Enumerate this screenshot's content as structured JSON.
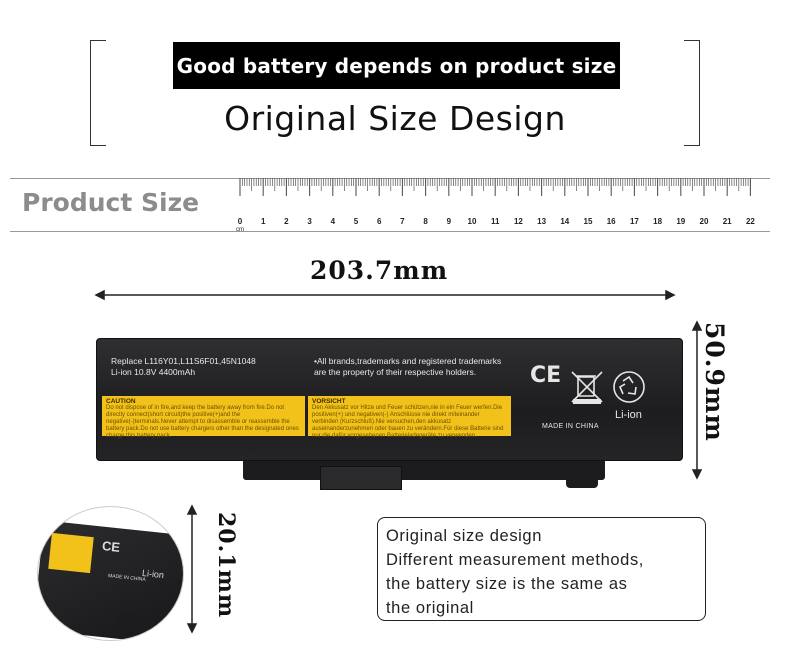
{
  "header": {
    "banner": "Good battery depends on product size",
    "headline": "Original Size Design"
  },
  "ruler": {
    "label": "Product Size",
    "unit": "cm",
    "marks": [
      "0",
      "1",
      "2",
      "3",
      "4",
      "5",
      "6",
      "7",
      "8",
      "9",
      "10",
      "11",
      "12",
      "13",
      "14",
      "15",
      "16",
      "17",
      "18",
      "19",
      "20",
      "21",
      "22"
    ]
  },
  "dimensions": {
    "length": "203.7mm",
    "height": "50.9mm",
    "thickness": "20.1mm"
  },
  "battery": {
    "model_line1": "Replace L116Y01,L11S6F01,45N1048",
    "model_line2": "Li-ion 10.8V 4400mAh",
    "note_line1": "•All brands,trademarks and registered trademarks",
    "note_line2": "are the property of their respective holders.",
    "caution_title": "CAUTION",
    "caution_body": "Do not dispose of in fire,and keep the battery away from fire.Do not directly connect(short circuit)the positive(+)and the negative(-)terminals.Never attempt to disassemble or reassemble the battery pack.Do not use battery chargers other than the designated ones charge this battery pack.",
    "warning_title": "VORSICHT",
    "warning_body": "Den Akkusatz vor Hitze und Feuer schützen,nie in ein Feuer werfen.Die positiven(+) und negativen(-) Anschlüsse nie direkt miteinander verbinden (Kurzschluß).Nie versuchen,den akkusatz auseinanderzunehmen oder bauen zu verändern.Für diese Batterie sind nur die dafür vorgesehenen Batterieladegeräte zu verwenden.",
    "ce": "CE",
    "chemistry": "Li-ion",
    "origin": "MADE IN CHINA",
    "body_color": "#1f1f21",
    "label_color": "#f2c21a"
  },
  "inset": {
    "ce": "CE",
    "chemistry": "Li-ion",
    "origin": "MADE IN CHINA"
  },
  "info": {
    "lines": [
      "Original size design",
      "Different measurement methods,",
      "the battery size is the same as",
      "the original"
    ]
  }
}
